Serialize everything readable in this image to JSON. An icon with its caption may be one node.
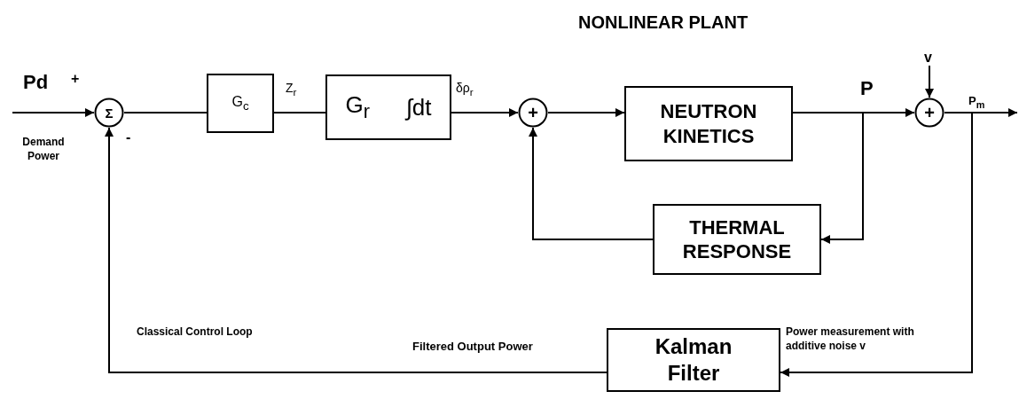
{
  "diagram": {
    "nodes": [
      {
        "text": [
          "Σ"
        ]
      },
      {
        "text": [
          "G$_{c}$"
        ]
      },
      {
        "text": [
          "G$_{r}$",
          "∫dt"
        ]
      },
      {
        "text": [
          "+"
        ]
      },
      {
        "text": [
          "NEUTRON KINETICS"
        ]
      },
      {
        "text": [
          "THERMAL RESPONSE"
        ]
      },
      {
        "text": [
          "+"
        ]
      },
      {
        "text": [
          "Kalman Filter"
        ]
      }
    ],
    "edges": [
      {
        "from": null,
        "to": 0,
        "arrow": "to",
        "label": "Pd"
      },
      {
        "from": 0,
        "to": 1,
        "arrow": "none"
      },
      {
        "from": 1,
        "to": 2,
        "arrow": "none",
        "label": "Z$_{r}$"
      },
      {
        "from": 2,
        "to": 3,
        "arrow": "to",
        "label": "δρ$_{r}$"
      },
      {
        "from": 3,
        "to": 4,
        "arrow": "to"
      },
      {
        "from": 4,
        "to": 6,
        "arrow": "to",
        "label": "P"
      },
      {
        "from": 4,
        "to": 5,
        "arrow": "to"
      },
      {
        "from": 5,
        "to": 3,
        "arrow": "to"
      },
      {
        "from": null,
        "to": 6,
        "arrow": "to",
        "label": "v"
      },
      {
        "from": 6,
        "to": null,
        "arrow": "to",
        "label": "P$_{m}$"
      },
      {
        "from": 6,
        "to": 7,
        "arrow": "to"
      },
      {
        "from": 7,
        "to": 0,
        "arrow": "to",
        "label": "Filtered Output Power"
      }
    ],
    "labels": [
      "NONLINEAR PLANT",
      "+",
      "Demand Power",
      "-",
      "Classical Control Loop",
      "Power measurement with additive noise v"
    ]
  }
}
